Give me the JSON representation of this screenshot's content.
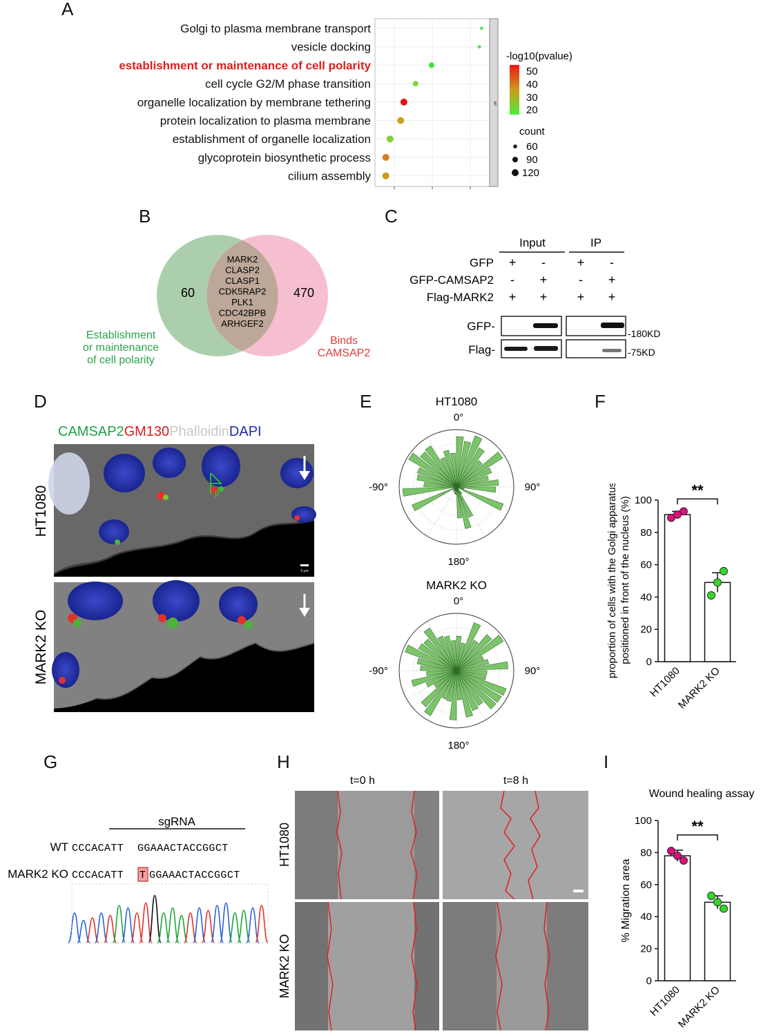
{
  "panels": {
    "A": "A",
    "B": "B",
    "C": "C",
    "D": "D",
    "E": "E",
    "F": "F",
    "G": "G",
    "H": "H",
    "I": "I"
  },
  "panelA": {
    "terms": [
      {
        "label": "Golgi to plasma membrane transport",
        "x": 0.95,
        "color": "#5be15b",
        "size": 2.5,
        "highlight": false
      },
      {
        "label": "vesicle docking",
        "x": 0.93,
        "color": "#5be15b",
        "size": 2.5,
        "highlight": false
      },
      {
        "label": "establishment or maintenance of cell polarity",
        "x": 0.48,
        "color": "#42e03e",
        "size": 4,
        "highlight": true
      },
      {
        "label": "cell cycle G2/M phase transition",
        "x": 0.33,
        "color": "#7ed63a",
        "size": 4,
        "highlight": false
      },
      {
        "label": "organelle localization by membrane tethering",
        "x": 0.22,
        "color": "#e11414",
        "size": 5,
        "highlight": false
      },
      {
        "label": "protein localization to plasma membrane",
        "x": 0.19,
        "color": "#c8a21c",
        "size": 5,
        "highlight": false
      },
      {
        "label": "establishment of organelle localization",
        "x": 0.09,
        "color": "#86d03a",
        "size": 5,
        "highlight": false
      },
      {
        "label": "glycoprotein biosynthetic process",
        "x": 0.05,
        "color": "#d77d1e",
        "size": 5,
        "highlight": false
      },
      {
        "label": "cilium assembly",
        "x": 0.05,
        "color": "#c9a01d",
        "size": 5,
        "highlight": false
      }
    ],
    "legend_color_title": "-log10(pvalue)",
    "legend_color_ticks": [
      "50",
      "40",
      "30",
      "20"
    ],
    "legend_size_title": "count",
    "legend_size_ticks": [
      "60",
      "90",
      "120"
    ],
    "strip_label": "BP"
  },
  "panelB": {
    "left_count": "60",
    "right_count": "470",
    "shared": [
      "MARK2",
      "CLASP2",
      "CLASP1",
      "CDK5RAP2",
      "PLK1",
      "CDC42BPB",
      "ARHGEF2"
    ],
    "left_label": [
      "Establishment",
      "or maintenance",
      "of cell polarity"
    ],
    "right_label": [
      "Binds",
      "CAMSAP2"
    ]
  },
  "panelC": {
    "input_label": "Input",
    "ip_label": "IP",
    "rows": [
      {
        "name": "GFP",
        "signs": [
          "+",
          "-",
          "+",
          "-"
        ]
      },
      {
        "name": "GFP-CAMSAP2",
        "signs": [
          "-",
          "+",
          "-",
          "+"
        ]
      },
      {
        "name": "Flag-MARK2",
        "signs": [
          "+",
          "+",
          "+",
          "+"
        ]
      }
    ],
    "blot_labels": [
      "GFP-",
      "Flag-"
    ],
    "mw_labels": [
      "-180KD",
      "-75KD"
    ]
  },
  "panelD": {
    "stain_labels": [
      {
        "text": "CAMSAP2",
        "color": "#1fa14a"
      },
      {
        "text": "GM130",
        "color": "#e0191b"
      },
      {
        "text": "Phalloidin",
        "color": "#c8c8c8"
      },
      {
        "text": "DAPI",
        "color": "#1c2aa8"
      }
    ],
    "row_labels": [
      "HT1080",
      "MARK2 KO"
    ],
    "angle_label": "β",
    "scale_label": "5 μm"
  },
  "panelE": {
    "plots": [
      {
        "title": "HT1080",
        "top": "0°",
        "left": "-90°",
        "right": "90°",
        "bottom": "180°"
      },
      {
        "title": "MARK2 KO",
        "top": "0°",
        "left": "-90°",
        "right": "90°",
        "bottom": "180°"
      }
    ]
  },
  "panelF": {
    "ylabel_lines": [
      "proportion of cells with the Golgi apparatus",
      "positioned in front of the nucleus (%)"
    ],
    "yticks": [
      "0",
      "20",
      "40",
      "60",
      "80",
      "100"
    ],
    "sig": "**",
    "chart_data": {
      "type": "bar",
      "categories": [
        "HT1080",
        "MARK2 KO"
      ],
      "values": [
        91,
        49
      ],
      "errors": [
        2,
        6
      ],
      "points": [
        [
          89,
          93,
          91
        ],
        [
          41,
          56,
          49
        ]
      ],
      "ylim": [
        0,
        100
      ],
      "point_colors": [
        "#d6127a",
        "#35d62a"
      ]
    }
  },
  "panelG": {
    "sgrna_label": "sgRNA",
    "wt_label": "WT",
    "ko_label": "MARK2 KO",
    "wt_seq_a": "CCCACATT",
    "wt_seq_b": "GGAAACTACCGGCT",
    "ko_seq_a": "CCCACATT",
    "ko_insert": "T",
    "ko_seq_b": "GGAAACTACCGGCT"
  },
  "panelH": {
    "col_labels": [
      "t=0 h",
      "t=8 h"
    ],
    "row_labels": [
      "HT1080",
      "MARK2 KO"
    ]
  },
  "panelI": {
    "title": "Wound healing assay",
    "ylabel": "% Migration area",
    "yticks": [
      "0",
      "20",
      "40",
      "60",
      "80",
      "100"
    ],
    "sig": "**",
    "chart_data": {
      "type": "bar",
      "categories": [
        "HT1080",
        "MARK2 KO"
      ],
      "values": [
        78,
        49
      ],
      "errors": [
        3.5,
        4
      ],
      "points": [
        [
          81,
          75,
          78
        ],
        [
          53,
          45,
          49
        ]
      ],
      "ylim": [
        0,
        100
      ],
      "point_colors": [
        "#d6127a",
        "#35d62a"
      ]
    }
  }
}
